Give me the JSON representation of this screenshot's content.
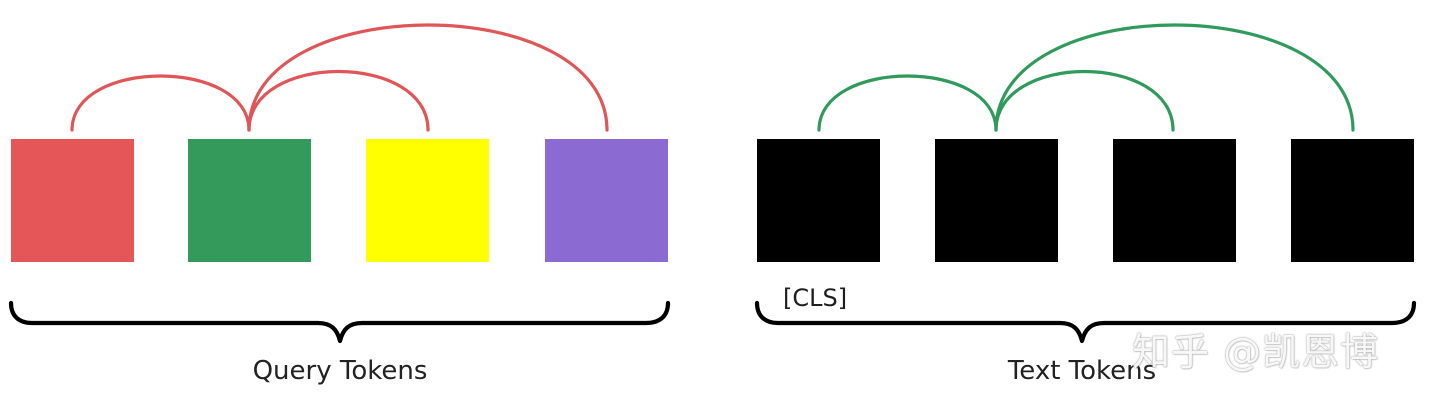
{
  "groups": [
    {
      "label": "Query Tokens",
      "arc_color": "#e05557",
      "tokens": [
        {
          "color": "#e55659"
        },
        {
          "color": "#339a5c"
        },
        {
          "color": "#ffff00"
        },
        {
          "color": "#8b6bd1"
        }
      ]
    },
    {
      "label": "Text Tokens",
      "arc_color": "#2f9a5b",
      "tokens": [
        {
          "color": "#000000"
        },
        {
          "color": "#000000"
        },
        {
          "color": "#000000"
        },
        {
          "color": "#000000"
        }
      ],
      "first_token_label": "[CLS]"
    }
  ],
  "watermark": "知乎 @凯恩博"
}
